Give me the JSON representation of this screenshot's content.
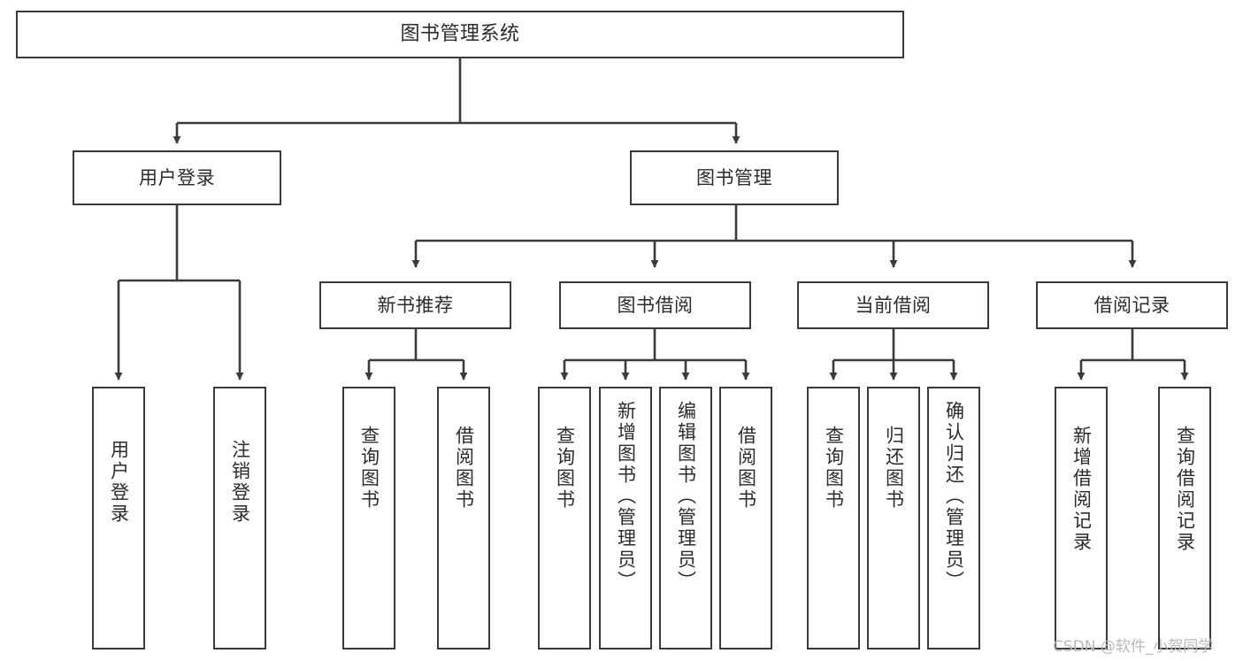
{
  "diagram": {
    "title": "图书管理系统",
    "type": "tree-hierarchy-chart",
    "colors": {
      "box_border": "#3a3a3a",
      "box_fill": "#ffffff",
      "connector": "#3a3a3a",
      "text": "#2b2b2b",
      "watermark": "#b9b9b9",
      "background": "#ffffff"
    },
    "root": {
      "label": "图书管理系统"
    },
    "level2": [
      {
        "label": "用户登录"
      },
      {
        "label": "图书管理"
      }
    ],
    "level3": [
      {
        "label": "新书推荐"
      },
      {
        "label": "图书借阅"
      },
      {
        "label": "当前借阅"
      },
      {
        "label": "借阅记录"
      }
    ],
    "leaves_user_login": [
      {
        "label": "用户登录"
      },
      {
        "label": "注销登录"
      }
    ],
    "leaves_new_book": [
      {
        "label": "查询图书"
      },
      {
        "label": "借阅图书"
      }
    ],
    "leaves_borrow": [
      {
        "label": "查询图书"
      },
      {
        "label": "新增图书（管理员）"
      },
      {
        "label": "编辑图书（管理员）"
      },
      {
        "label": "借阅图书"
      }
    ],
    "leaves_current": [
      {
        "label": "查询图书"
      },
      {
        "label": "归还图书"
      },
      {
        "label": "确认归还（管理员）"
      }
    ],
    "leaves_records": [
      {
        "label": "新增借阅记录"
      },
      {
        "label": "查询借阅记录"
      }
    ]
  },
  "watermark": {
    "text": "CSDN @软件_小贺同学"
  }
}
